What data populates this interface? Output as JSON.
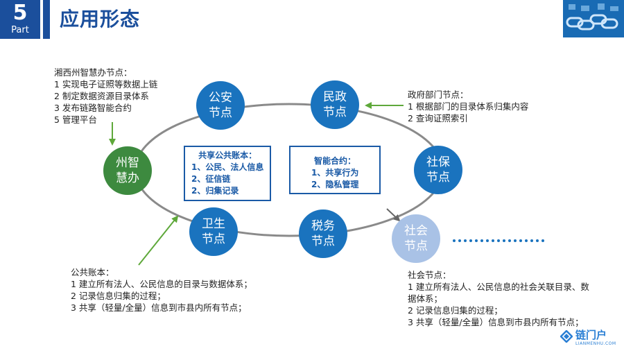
{
  "header": {
    "number": "5",
    "part": "Part",
    "title": "应用形态"
  },
  "nodes": {
    "zhou": "州智\n慧办",
    "gongan": "公安\n节点",
    "minzheng": "民政\n节点",
    "shebao": "社保\n节点",
    "weisheng": "卫生\n节点",
    "shuiwu": "税务\n节点",
    "shehui": "社会\n节点"
  },
  "blocks": {
    "xiangxi": {
      "heading": "湘西州智慧办节点：",
      "lines": [
        "1 实现电子证照等数据上链",
        "2 制定数据资源目录体系",
        "3 发布链路智能合约",
        "5 管理平台"
      ]
    },
    "gov": {
      "heading": "政府部门节点：",
      "lines": [
        "1 根据部门的目录体系归集内容",
        "2 查询证照索引"
      ]
    },
    "ledger": {
      "heading": "公共账本：",
      "lines": [
        "1 建立所有法人、公民信息的目录与数据体系；",
        "2 记录信息归集的过程；",
        "3 共享（轻量/全量）信息到市县内所有节点；"
      ]
    },
    "social": {
      "heading": "社会节点：",
      "lines": [
        "1 建立所有法人、公民信息的社会关联目录、数",
        "据体系；",
        "2 记录信息归集的过程；",
        "3 共享（轻量/全量）信息到市县内所有节点；"
      ]
    }
  },
  "boxes": {
    "shared": {
      "heading": "共享公共账本：",
      "lines": [
        "1、公民、法人信息",
        "2、征信链",
        "2、归集记录"
      ]
    },
    "contract": {
      "heading": "智能合约：",
      "lines": [
        "1、共享行为",
        "2、隐私管理"
      ]
    }
  },
  "logo": {
    "name": "链门户",
    "sub": "LIANMENHU.COM"
  },
  "colors": {
    "brand": "#1b4f9c",
    "node_blue": "#1a73be",
    "node_green": "#3d8a3f",
    "node_light": "#a9c2e6",
    "arrow_green": "#5ea83a",
    "ring": "#888888"
  }
}
